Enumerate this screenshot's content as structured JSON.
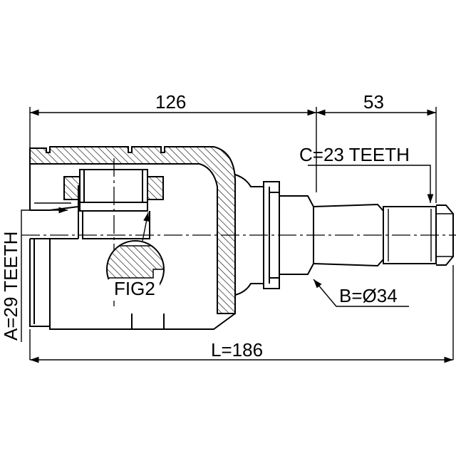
{
  "drawing": {
    "dim_left_top": "126",
    "dim_right_top": "53",
    "dim_bottom": "L=186",
    "label_c": "C=23 TEETH",
    "label_b": "B=Ø34",
    "label_a": "A=29 TEETH",
    "label_fig": "FIG2"
  }
}
